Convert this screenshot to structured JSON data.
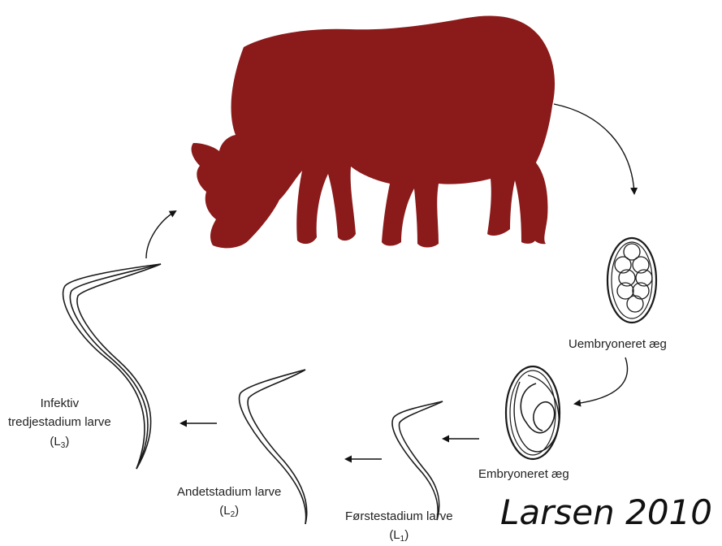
{
  "host": {
    "icon": "horse-silhouette",
    "color": "#8b1a1a"
  },
  "stages": {
    "unembryonated_egg": "Uembryoneret æg",
    "embryonated_egg": "Embryoneret æg",
    "l1": {
      "name": "Førstestadium larve",
      "code_prefix": "(L",
      "code_sub": "1",
      "code_suffix": ")"
    },
    "l2": {
      "name": "Andetstadium larve",
      "code_prefix": "(L",
      "code_sub": "2",
      "code_suffix": ")"
    },
    "l3": {
      "name_line1": "Infektiv",
      "name_line2": "tredjestadium larve",
      "code_prefix": "(L",
      "code_sub": "3",
      "code_suffix": ")"
    }
  },
  "citation": "Larsen 2010",
  "colors": {
    "stroke": "#1a1a1a",
    "text": "#222222"
  }
}
